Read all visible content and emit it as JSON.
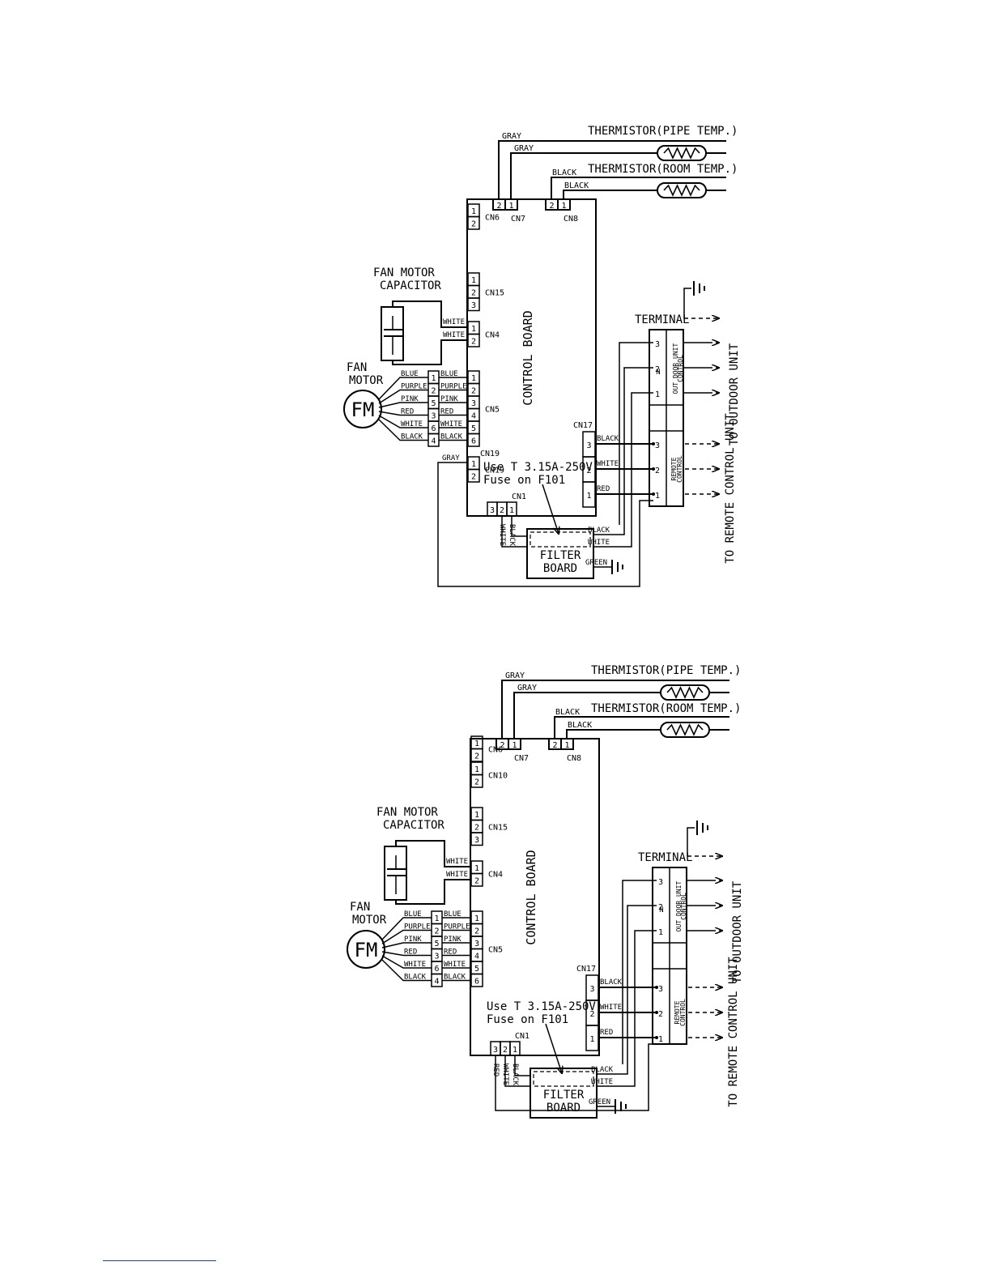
{
  "diagrams": [
    {
      "name": "diagram-top",
      "labels": {
        "thermistor_pipe": "THERMISTOR(PIPE TEMP.)",
        "thermistor_room": "THERMISTOR(ROOM TEMP.)",
        "gray": "GRAY",
        "black": "BLACK",
        "cn7": "CN7",
        "cn8": "CN8",
        "fan_motor_capacitor_1": "FAN MOTOR",
        "fan_motor_capacitor_2": "CAPACITOR",
        "fan_motor_1": "FAN",
        "fan_motor_2": "MOTOR",
        "fm": "FM",
        "control_board": "CONTROL BOARD",
        "terminal": "TERMINAL",
        "to_outdoor_unit": "TO OUTDOOR UNIT",
        "to_remote_control_unit": "TO REMOTE CONTROL UNIT",
        "outdoor_unit_control": "OUT DOOR UNIT",
        "outdoor_unit_control_2": "CONTROL",
        "remote_control_1": "REMOTE",
        "remote_control_2": "CONTROL",
        "fuse_1": "Use T 3.15A-250V",
        "fuse_2": "Fuse on F101",
        "cn1": "CN1",
        "cn17": "CN17",
        "cn19": "CN19",
        "filter_board_1": "FILTER",
        "filter_board_2": "BOARD",
        "green": "GREEN",
        "white": "WHITE",
        "red": "RED",
        "n": "N"
      },
      "left_connectors": [
        {
          "name": "CN6",
          "pins": [
            "1",
            "2"
          ]
        },
        {
          "name": "CN15",
          "pins": [
            "1",
            "2",
            "3"
          ]
        },
        {
          "name": "CN4",
          "pins": [
            "1",
            "2"
          ]
        },
        {
          "name": "CN5",
          "pins": [
            "1",
            "2",
            "3",
            "4",
            "5",
            "6"
          ]
        },
        {
          "name": "CN19",
          "pins": [
            "1",
            "2"
          ]
        }
      ],
      "motor_wires": [
        {
          "color": "BLUE",
          "pin": "1"
        },
        {
          "color": "PURPLE",
          "pin": "2"
        },
        {
          "color": "PINK",
          "pin": "5"
        },
        {
          "color": "RED",
          "pin": "3"
        },
        {
          "color": "WHITE",
          "pin": "6"
        },
        {
          "color": "BLACK",
          "pin": "4"
        }
      ],
      "board_wires": [
        "BLUE",
        "PURPLE",
        "PINK",
        "RED",
        "WHITE",
        "BLACK"
      ],
      "capacitor_wires": [
        "WHITE",
        "WHITE"
      ],
      "cn19_wire": "GRAY",
      "cn17_wires": [
        {
          "pin": "3",
          "color": "BLACK"
        },
        {
          "pin": "2",
          "color": "WHITE"
        },
        {
          "pin": "1",
          "color": "RED"
        }
      ],
      "cn1_pins": [
        "3",
        "2",
        "1"
      ],
      "cn1_wires": [
        "WHITE",
        "BLACK"
      ],
      "filter_out_wires": [
        "BLACK",
        "WHITE"
      ],
      "thermistor_pins": [
        "2",
        "1"
      ],
      "outdoor_terminals": [
        "3",
        "2",
        "1"
      ],
      "remote_terminals": [
        "3",
        "2",
        "1"
      ]
    },
    {
      "name": "diagram-bottom",
      "labels": {
        "thermistor_pipe": "THERMISTOR(PIPE TEMP.)",
        "thermistor_room": "THERMISTOR(ROOM TEMP.)",
        "gray": "GRAY",
        "black": "BLACK",
        "cn7": "CN7",
        "cn8": "CN8",
        "fan_motor_capacitor_1": "FAN MOTOR",
        "fan_motor_capacitor_2": "CAPACITOR",
        "fan_motor_1": "FAN",
        "fan_motor_2": "MOTOR",
        "fm": "FM",
        "control_board": "CONTROL BOARD",
        "terminal": "TERMINAL",
        "to_outdoor_unit": "TO OUTDOOR UNIT",
        "to_remote_control_unit": "TO REMOTE CONTROL UNIT",
        "outdoor_unit_control": "OUT DOOR UNIT",
        "outdoor_unit_control_2": "CONTROL",
        "remote_control_1": "REMOTE",
        "remote_control_2": "CONTROL",
        "fuse_1": "Use T 3.15A-250V",
        "fuse_2": "Fuse on F101",
        "cn1": "CN1",
        "cn17": "CN17",
        "cn19": "",
        "filter_board_1": "FILTER",
        "filter_board_2": "BOARD",
        "green": "GREEN",
        "white": "WHITE",
        "red": "RED",
        "n": "N"
      },
      "left_connectors": [
        {
          "name": "CN6",
          "pins": [
            "1",
            "2"
          ]
        },
        {
          "name": "CN10",
          "pins": [
            "1",
            "2"
          ]
        },
        {
          "name": "CN15",
          "pins": [
            "1",
            "2",
            "3"
          ]
        },
        {
          "name": "CN4",
          "pins": [
            "1",
            "2"
          ]
        },
        {
          "name": "CN5",
          "pins": [
            "1",
            "2",
            "3",
            "4",
            "5",
            "6"
          ]
        }
      ],
      "motor_wires": [
        {
          "color": "BLUE",
          "pin": "1"
        },
        {
          "color": "PURPLE",
          "pin": "2"
        },
        {
          "color": "PINK",
          "pin": "5"
        },
        {
          "color": "RED",
          "pin": "3"
        },
        {
          "color": "WHITE",
          "pin": "6"
        },
        {
          "color": "BLACK",
          "pin": "4"
        }
      ],
      "board_wires": [
        "BLUE",
        "PURPLE",
        "PINK",
        "RED",
        "WHITE",
        "BLACK"
      ],
      "capacitor_wires": [
        "WHITE",
        "WHITE"
      ],
      "cn19_wire": "",
      "cn17_wires": [
        {
          "pin": "3",
          "color": "BLACK"
        },
        {
          "pin": "2",
          "color": "WHITE"
        },
        {
          "pin": "1",
          "color": "RED"
        }
      ],
      "cn1_pins": [
        "3",
        "2",
        "1"
      ],
      "cn1_wires": [
        "RED",
        "WHITE",
        "BLACK"
      ],
      "filter_out_wires": [
        "BLACK",
        "WHITE"
      ],
      "thermistor_pins": [
        "2",
        "1"
      ],
      "outdoor_terminals": [
        "3",
        "2",
        "1"
      ],
      "remote_terminals": [
        "3",
        "2",
        "1"
      ]
    }
  ]
}
